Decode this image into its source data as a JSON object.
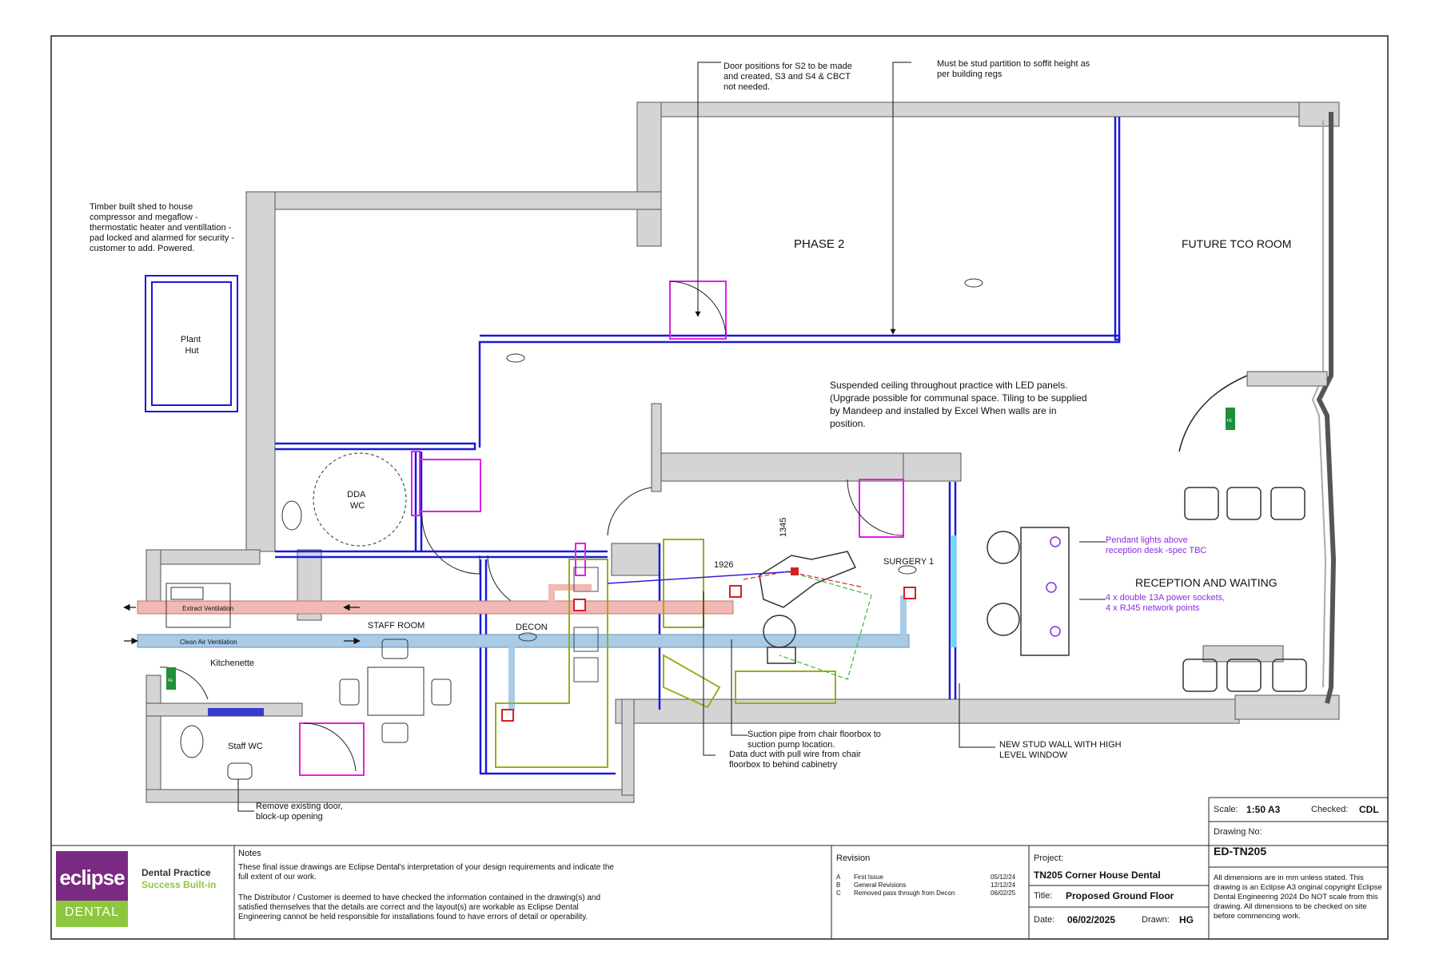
{
  "rooms": {
    "phase2": "PHASE 2",
    "future_tco": "FUTURE TCO ROOM",
    "plant_hut": "Plant\nHut",
    "dda_wc": "DDA\nWC",
    "staff_room": "STAFF ROOM",
    "decon": "DECON",
    "surgery1": "SURGERY 1",
    "reception": "RECEPTION AND WAITING",
    "kitchenette": "Kitchenette",
    "staff_wc": "Staff WC",
    "extract_vent": "Extract Ventilation",
    "clean_vent": "Clean Air Ventilation",
    "dim_1926": "1926",
    "dim_1345": "1345",
    "fe_label": "FE"
  },
  "annotations": {
    "shed": "Timber built shed to house compressor and megaflow - thermostatic heater and ventillation - pad locked and alarmed for security - customer to add. Powered.",
    "door_positions": "Door positions for S2 to be made and created, S3 and S4 & CBCT not needed.",
    "stud_partition": "Must be stud partition to soffit height as per building regs",
    "ceiling": "Suspended ceiling throughout practice with LED panels. (Upgrade possible for communal space. Tiling to be supplied by Mandeep and installed by Excel When walls are in position.",
    "pendant": "Pendant lights above reception desk -spec TBC",
    "sockets": "4 x double 13A power sockets, 4 x RJ45 network points",
    "suction": "Suction pipe from chair floorbox to suction pump location.",
    "data_duct": "Data duct with pull wire from chair floorbox to behind cabinetry",
    "new_stud": "NEW STUD WALL WITH HIGH LEVEL WINDOW",
    "remove_door": "Remove existing door, block-up opening"
  },
  "title_block": {
    "notes_title": "Notes",
    "notes_p1": "These final issue drawings are Eclipse Dental's interpretation of your design requirements and indicate the full extent of our work.",
    "notes_p2": "The Distributor / Customer is deemed to have checked the information contained in the drawing(s) and satisfied themselves that the details are correct and the layout(s) are workable as Eclipse Dental Engineering cannot be held responsible for installations found to have errors of detail or operability.",
    "revision_title": "Revision",
    "revisions": [
      {
        "code": "A",
        "desc": "First Issue",
        "date": "05/12/24"
      },
      {
        "code": "B",
        "desc": "General Revisions",
        "date": "12/12/24"
      },
      {
        "code": "C",
        "desc": "Removed pass through from Decon",
        "date": "06/02/25"
      }
    ],
    "project_label": "Project:",
    "project_value": "TN205 Corner House Dental",
    "title_label": "Title:",
    "title_value": "Proposed Ground Floor",
    "date_label": "Date:",
    "date_value": "06/02/2025",
    "drawn_label": "Drawn:",
    "drawn_value": "HG",
    "scale_label": "Scale:",
    "scale_value": "1:50 A3",
    "checked_label": "Checked:",
    "checked_value": "CDL",
    "drawing_no_label": "Drawing No:",
    "drawing_no_value": "ED-TN205",
    "disclaimer": "All dimensions are in mm unless stated. This drawing is an Eclipse A3 original copyright Eclipse Dental Engineering 2024 Do NOT scale from this drawing. All dimensions to be checked on site before commencing work."
  },
  "brand": {
    "logo_word": "eclipse",
    "logo_sub": "DENTAL",
    "tagline1": "Dental Practice",
    "tagline2": "Success Built-in"
  },
  "colors": {
    "wall_fill": "#d4d4d4",
    "partition": "#1a1ad9",
    "door": "#e61ee6",
    "extract": "#f2b8b4",
    "clean": "#a9cbe6",
    "annotation_purple": "#8a2be2",
    "cabinet": "#9aad1d",
    "fe_green": "#1f8f3a"
  }
}
